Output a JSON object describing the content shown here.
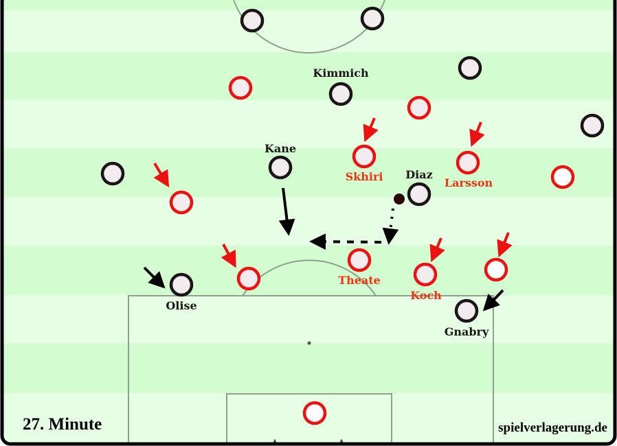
{
  "title": "27. Minute",
  "watermark": "spielverlagerung.de",
  "colors": {
    "stripe_dark": "#d3fdd0",
    "stripe_light": "#e6ffe4",
    "team_black": "#1a1416",
    "team_red": "#ee1111",
    "label_red": "#ee3311",
    "player_fill": "#f3ecee"
  },
  "players": {
    "kimmich": "Kimmich",
    "kane": "Kane",
    "diaz": "Diaz",
    "olise": "Olise",
    "gnabry": "Gnabry",
    "skhiri": "Skhiri",
    "larsson": "Larsson",
    "theate": "Theate",
    "koch": "Koch"
  }
}
